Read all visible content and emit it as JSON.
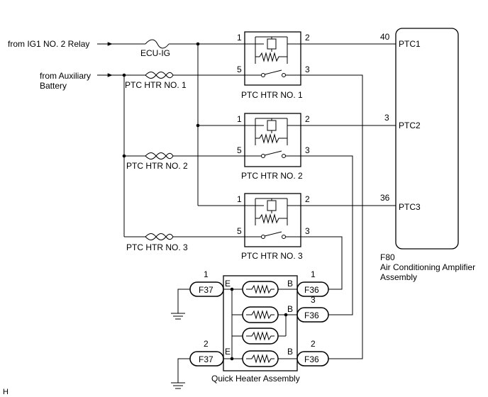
{
  "inputs": {
    "ig1": "from IG1 NO. 2 Relay",
    "aux_line1": "from Auxiliary",
    "aux_line2": "Battery"
  },
  "fuses": {
    "ecu_ig": "ECU-IG",
    "ptc1": "PTC HTR NO. 1",
    "ptc2": "PTC HTR NO. 2",
    "ptc3": "PTC HTR NO. 3"
  },
  "relays": [
    {
      "label": "PTC HTR NO. 1",
      "p1": "1",
      "p2": "2",
      "p3": "3",
      "p5": "5"
    },
    {
      "label": "PTC HTR NO. 2",
      "p1": "1",
      "p2": "2",
      "p3": "3",
      "p5": "5"
    },
    {
      "label": "PTC HTR NO. 3",
      "p1": "1",
      "p2": "2",
      "p3": "3",
      "p5": "5"
    }
  ],
  "amplifier": {
    "pins": [
      {
        "num": "40",
        "name": "PTC1"
      },
      {
        "num": "3",
        "name": "PTC2"
      },
      {
        "num": "36",
        "name": "PTC3"
      }
    ],
    "connector": "F80",
    "name_line1": "Air Conditioning Amplifier",
    "name_line2": "Assembly"
  },
  "heater": {
    "label": "Quick Heater Assembly",
    "e": "E",
    "b": "B",
    "left_connectors": [
      {
        "pin": "1",
        "name": "F37"
      },
      {
        "pin": "2",
        "name": "F37"
      }
    ],
    "right_connectors": [
      {
        "pin": "1",
        "name": "F36"
      },
      {
        "pin": "3",
        "name": "F36"
      },
      {
        "pin": "2",
        "name": "F36"
      }
    ]
  },
  "corner_mark": "H"
}
